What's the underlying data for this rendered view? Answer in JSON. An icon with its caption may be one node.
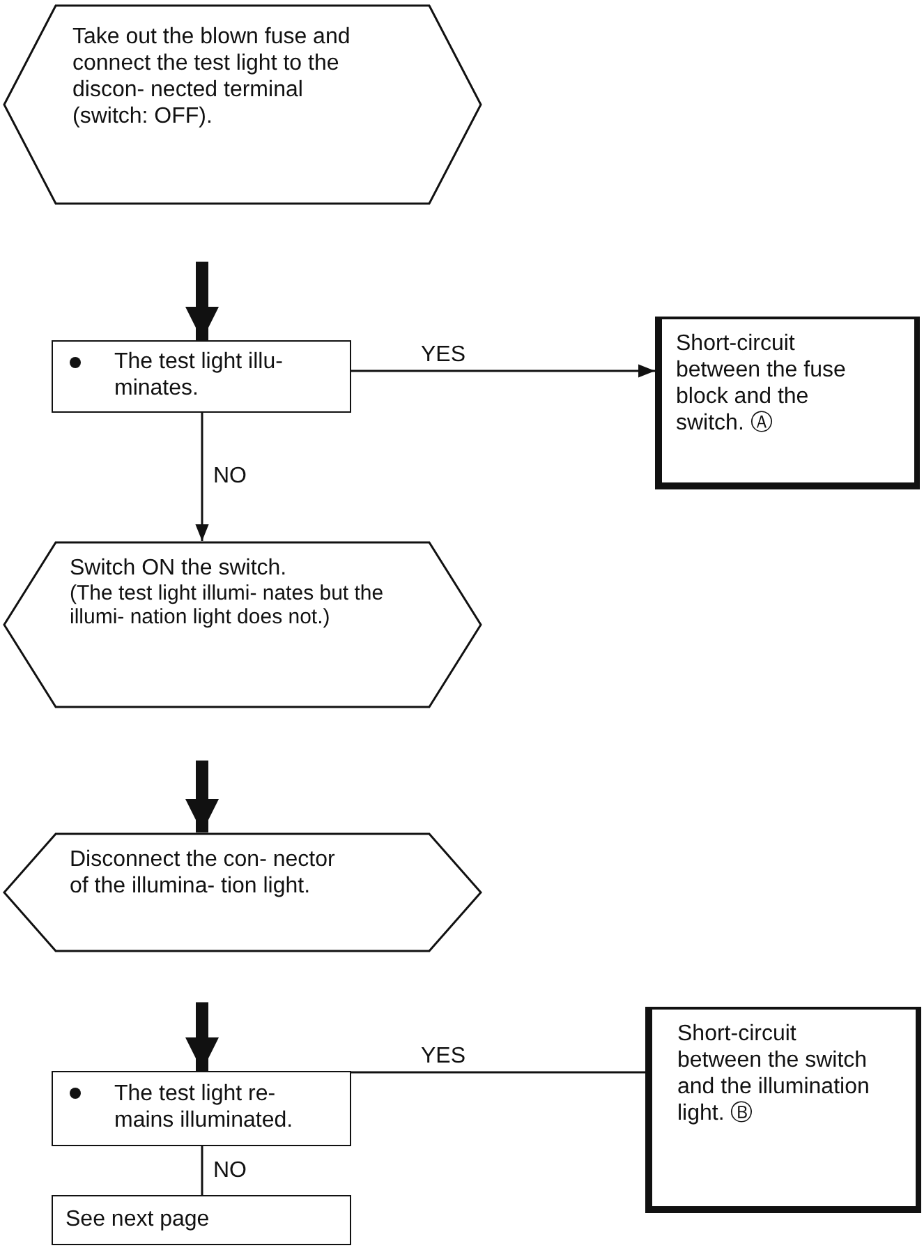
{
  "diagram": {
    "nodes": [
      {
        "text": [
          "Take out the blown fuse and connect the test light to the discon- nected terminal (switch: OFF)."
        ]
      },
      {
        "text": [
          "The test light illu- minates."
        ]
      },
      {
        "text": [
          "Short-circuit between the fuse block and the switch. Ⓐ"
        ]
      },
      {
        "text": [
          "Switch ON the switch.",
          "(The test light illumi- nates but the illumi- nation light does not.)"
        ]
      },
      {
        "text": [
          "Disconnect the con- nector of the illumina- tion light."
        ]
      },
      {
        "text": [
          "The test light re- mains illuminated."
        ]
      },
      {
        "text": [
          "Short-circuit between the switch and the illumination light. Ⓑ"
        ]
      },
      {
        "text": [
          "See next page"
        ]
      }
    ],
    "edges": [
      {
        "from": 0,
        "to": 1,
        "arrow": "to",
        "style": "thick"
      },
      {
        "from": 1,
        "to": 2,
        "arrow": "to",
        "label": "YES"
      },
      {
        "from": 1,
        "to": 3,
        "arrow": "to",
        "label": "NO"
      },
      {
        "from": 3,
        "to": 4,
        "arrow": "to",
        "style": "thick"
      },
      {
        "from": 4,
        "to": 5,
        "arrow": "to",
        "style": "thick"
      },
      {
        "from": 5,
        "to": 6,
        "arrow": "none",
        "label": "YES"
      },
      {
        "from": 5,
        "to": 7,
        "arrow": "none",
        "label": "NO"
      }
    ]
  }
}
